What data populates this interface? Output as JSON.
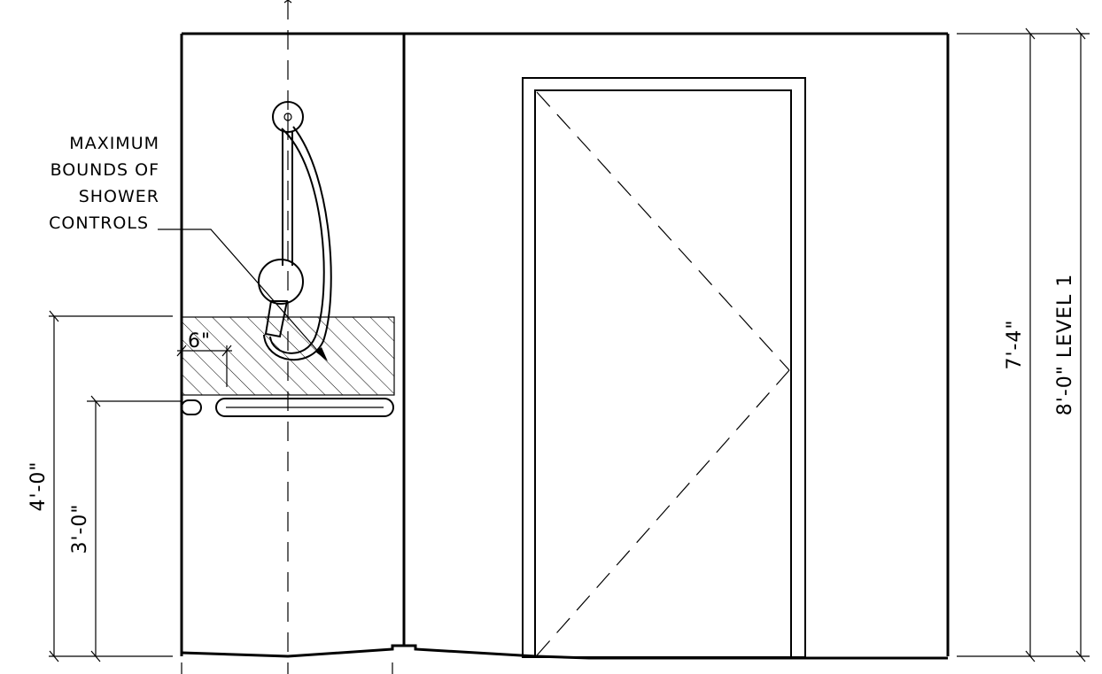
{
  "note": {
    "lines": [
      "MAXIMUM",
      "BOUNDS OF",
      "SHOWER",
      "CONTROLS"
    ]
  },
  "dimensions": {
    "controls_offset": "6\"",
    "controls_max_height": "4'-0\"",
    "grab_bar_height": "3'-0\"",
    "door_height": "7'-4\"",
    "wall_height": "8'-0\" LEVEL 1"
  }
}
